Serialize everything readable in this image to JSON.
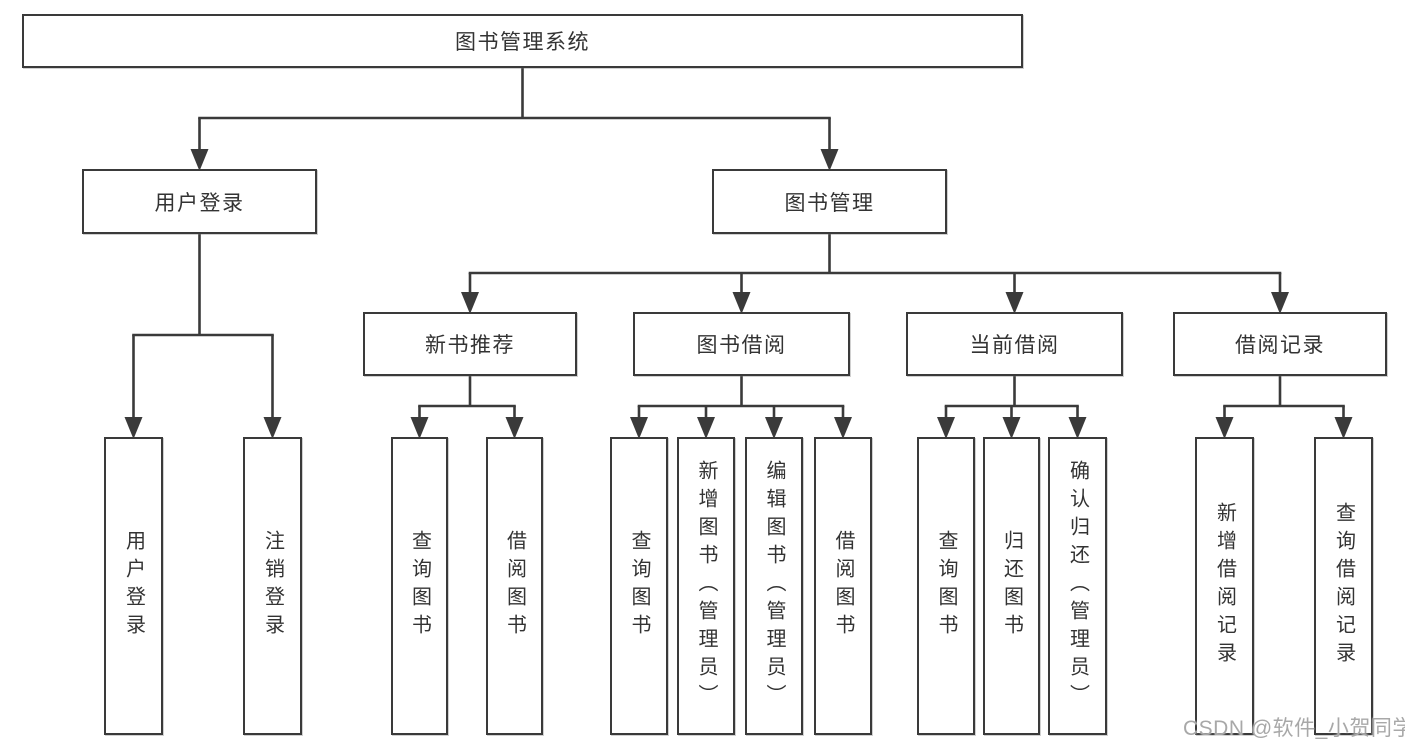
{
  "diagram": {
    "title": "图书管理系统",
    "nodes": [
      {
        "id": "system",
        "label": "图书管理系统",
        "parent": null
      },
      {
        "id": "user-login",
        "label": "用户登录",
        "parent": "system"
      },
      {
        "id": "book-mgmt",
        "label": "图书管理",
        "parent": "system"
      },
      {
        "id": "leaf-user-login",
        "label": "用户登录",
        "parent": "user-login"
      },
      {
        "id": "leaf-logout-login",
        "label": "注销登录",
        "parent": "user-login"
      },
      {
        "id": "new-book-rec",
        "label": "新书推荐",
        "parent": "book-mgmt"
      },
      {
        "id": "book-borrow",
        "label": "图书借阅",
        "parent": "book-mgmt"
      },
      {
        "id": "current-borrow",
        "label": "当前借阅",
        "parent": "book-mgmt"
      },
      {
        "id": "borrow-record",
        "label": "借阅记录",
        "parent": "book-mgmt"
      },
      {
        "id": "rec-query-book",
        "label": "查询图书",
        "parent": "new-book-rec"
      },
      {
        "id": "rec-borrow-book",
        "label": "借阅图书",
        "parent": "new-book-rec"
      },
      {
        "id": "borrow-query-book",
        "label": "查询图书",
        "parent": "book-borrow"
      },
      {
        "id": "borrow-add-book",
        "label": "新增图书（管理员）",
        "parent": "book-borrow"
      },
      {
        "id": "borrow-edit-book",
        "label": "编辑图书（管理员）",
        "parent": "book-borrow"
      },
      {
        "id": "borrow-borrow-book",
        "label": "借阅图书",
        "parent": "book-borrow"
      },
      {
        "id": "current-query-book",
        "label": "查询图书",
        "parent": "current-borrow"
      },
      {
        "id": "current-return-book",
        "label": "归还图书",
        "parent": "current-borrow"
      },
      {
        "id": "current-confirm-return",
        "label": "确认归还（管理员）",
        "parent": "current-borrow"
      },
      {
        "id": "record-add-record",
        "label": "新增借阅记录",
        "parent": "borrow-record"
      },
      {
        "id": "record-query-record",
        "label": "查询借阅记录",
        "parent": "borrow-record"
      }
    ]
  },
  "watermark": {
    "text": "CSDN @软件_小贺同学"
  },
  "colors": {
    "line": "#3a3a3a",
    "border": "#383838",
    "text": "#333333",
    "watermark": "#a8a8a8",
    "background": "#ffffff"
  }
}
